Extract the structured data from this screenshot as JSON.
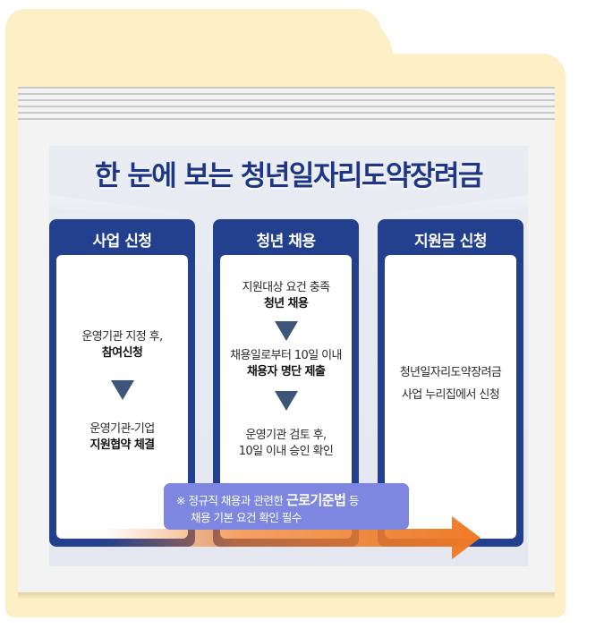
{
  "title": "한 눈에 보는 청년일자리도약장려금",
  "columns": [
    {
      "header": "사업 신청",
      "step1_line1": "운영기관 지정 후,",
      "step1_line2": "참여신청",
      "step2_line1": "운영기관-기업",
      "step2_line2": "지원협약 체결"
    },
    {
      "header": "청년 채용",
      "step1_line1": "지원대상 요건 충족",
      "step1_line2": "청년 채용",
      "step2_line1": "채용일로부터 10일 이내",
      "step2_line2": "채용자 명단 제출",
      "step3_line1": "운영기관 검토 후,",
      "step3_line2": "10일 이내 승인 확인"
    },
    {
      "header": "지원금 신청",
      "line1": "청년일자리도약장려금",
      "line2": "사업 누리집에서 신청"
    }
  ],
  "note": {
    "prefix": "※ 정규직 채용과 관련한",
    "strong": "근로기준법",
    "suffix": "등",
    "line2": "채용 기본 요건 확인 필수"
  },
  "colors": {
    "navy": "#23408e",
    "title": "#1d3686",
    "note_bg": "#7d87e0",
    "arrow_orange": "#ef7a25",
    "folder": "#fdefc6"
  },
  "icons": [
    "down-arrow-icon",
    "right-arrow-icon"
  ]
}
